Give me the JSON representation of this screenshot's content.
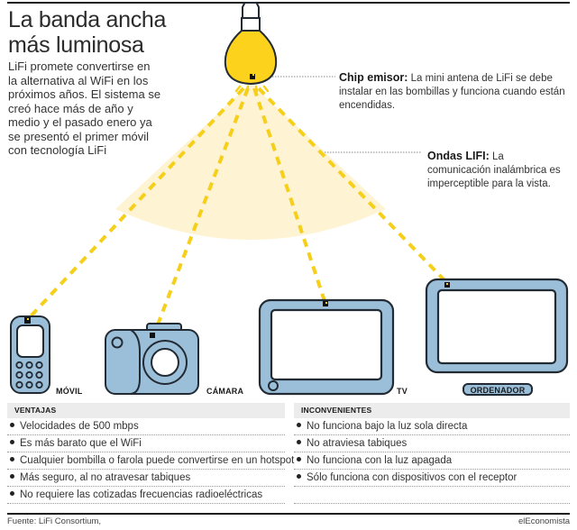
{
  "header": {
    "title_line1": "La banda ancha",
    "title_line2": "más luminosa",
    "intro": "LiFi promete convertirse en la alternativa al WiFi en los próximos años. El sistema se creó hace más de año y medio y el pasado enero ya se presentó el primer móvil con tecnología LiFi"
  },
  "callouts": {
    "chip": {
      "label": "Chip emisor:",
      "text": " La mini antena de LiFi se debe instalar en las bombillas y funciona cuando están encendidas."
    },
    "ondas": {
      "label": "Ondas LIFI:",
      "text": " La comunicación inalámbrica  es imperceptible para la vista."
    }
  },
  "devices": [
    {
      "id": "movil",
      "label": "MÓVIL",
      "icon": "mobile-phone-icon"
    },
    {
      "id": "camara",
      "label": "CÁMARA",
      "icon": "camera-icon"
    },
    {
      "id": "tv",
      "label": "TV",
      "icon": "tv-icon"
    },
    {
      "id": "ordenador",
      "label": "ORDENADOR",
      "icon": "computer-monitor-icon"
    }
  ],
  "colors": {
    "bulb_yellow": "#fcd21c",
    "light_cone": "#fef4d4",
    "beam_dash": "#f5cf1a",
    "device_blue": "#9bbfd9",
    "outline": "#222a33",
    "panel_head_bg": "#ececec"
  },
  "ventajas": {
    "title": "VENTAJAS",
    "items": [
      "Velocidades de 500 mbps",
      "Es más barato que el WiFi",
      "Cualquier bombilla o farola puede convertirse en un hotspot",
      "Más seguro, al no atravesar tabiques",
      "No requiere las cotizadas frecuencias radioeléctricas"
    ]
  },
  "inconvenientes": {
    "title": "INCONVENIENTES",
    "items": [
      "No funciona bajo la luz sola directa",
      "No atraviesa tabiques",
      "No funciona con la luz apagada",
      "Sólo funciona con dispositivos con el receptor"
    ]
  },
  "footer": {
    "source": "Fuente: LiFi Consortium,",
    "brand": "elEconomista"
  }
}
